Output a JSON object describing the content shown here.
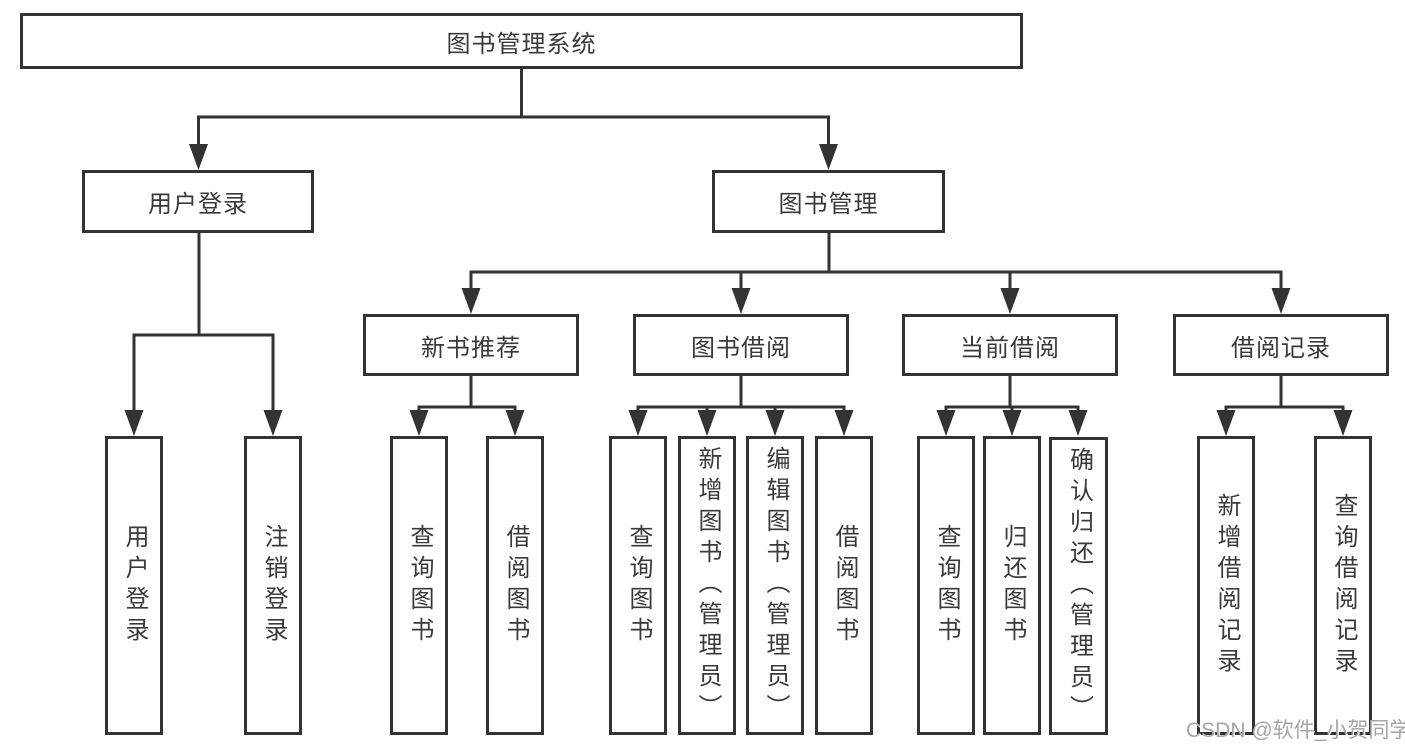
{
  "tree": {
    "root": {
      "label": "图书管理系统"
    },
    "branches": [
      {
        "label": "用户登录",
        "children": [
          {
            "label": "用户登录"
          },
          {
            "label": "注销登录"
          }
        ]
      },
      {
        "label": "图书管理",
        "sections": [
          {
            "label": "新书推荐",
            "children": [
              {
                "label": "查询图书"
              },
              {
                "label": "借阅图书"
              }
            ]
          },
          {
            "label": "图书借阅",
            "children": [
              {
                "label": "查询图书"
              },
              {
                "label": "新增图书（管理员）"
              },
              {
                "label": "编辑图书（管理员）"
              },
              {
                "label": "借阅图书"
              }
            ]
          },
          {
            "label": "当前借阅",
            "children": [
              {
                "label": "查询图书"
              },
              {
                "label": "归还图书"
              },
              {
                "label": "确认归还（管理员）"
              }
            ]
          },
          {
            "label": "借阅记录",
            "children": [
              {
                "label": "新增借阅记录"
              },
              {
                "label": "查询借阅记录"
              }
            ]
          }
        ]
      }
    ]
  },
  "watermark": {
    "text": "CSDN @软件_小贺同学"
  },
  "colors": {
    "line": "#333333",
    "text": "#3a3a3a",
    "box_bg": "#ffffff",
    "watermark": "#a5a5a5",
    "background": "#ffffff"
  }
}
